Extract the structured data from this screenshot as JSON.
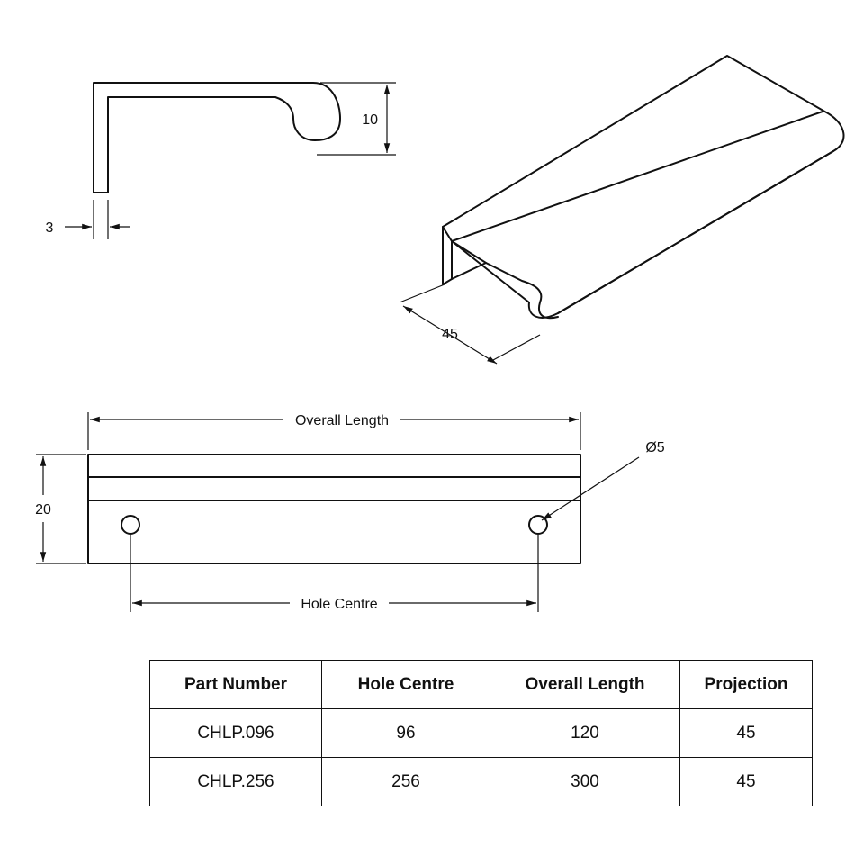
{
  "dimensions": {
    "thickness": "3",
    "lip_height": "10",
    "projection": "45",
    "overall_length": "Overall Length",
    "height": "20",
    "hole_diameter": "Ø5",
    "hole_centre": "Hole Centre"
  },
  "table": {
    "headers": [
      "Part Number",
      "Hole Centre",
      "Overall Length",
      "Projection"
    ],
    "rows": [
      [
        "CHLP.096",
        "96",
        "120",
        "45"
      ],
      [
        "CHLP.256",
        "256",
        "300",
        "45"
      ]
    ]
  }
}
